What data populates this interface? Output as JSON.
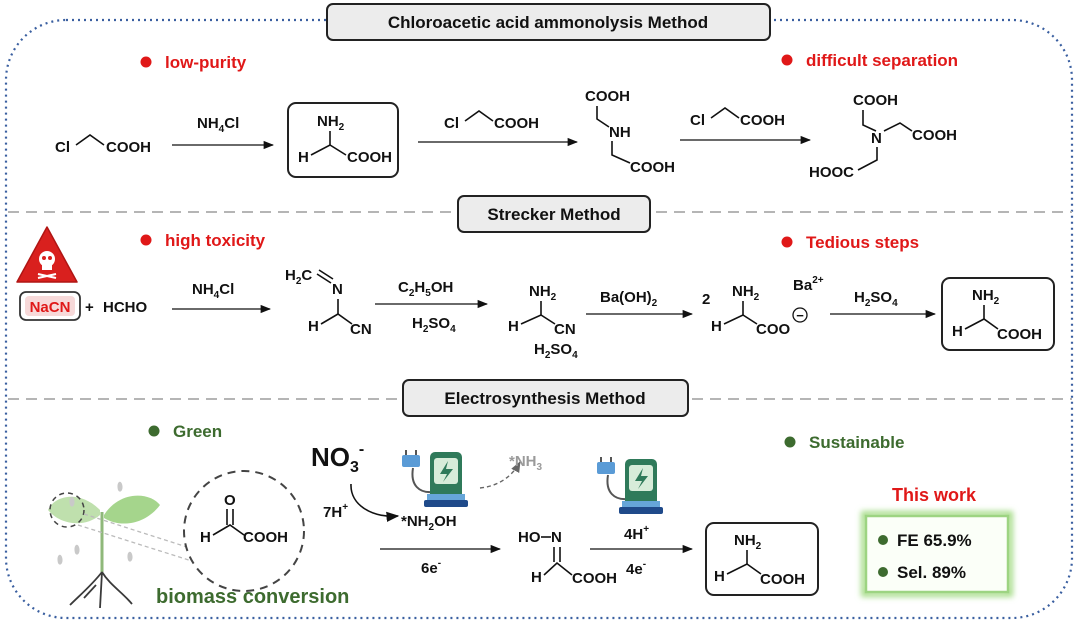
{
  "headers": {
    "chloro": "Chloroacetic acid ammonolysis Method",
    "strecker": "Strecker Method",
    "electro": "Electrosynthesis Method"
  },
  "bullets": {
    "low_purity": "low-purity",
    "difficult_separation": "difficult separation",
    "high_toxicity": "high toxicity",
    "tedious_steps": "Tedious steps",
    "green": "Green",
    "sustainable": "Sustainable"
  },
  "chloro": {
    "cl": "Cl",
    "cooh": "COOH",
    "hooc": "HOOC",
    "nh4cl_main": "NH",
    "nh4cl_sub": "4",
    "nh4cl_tail": "Cl",
    "nh2_main": "NH",
    "nh2_sub": "2",
    "h": "H",
    "nh": "NH",
    "n": "N"
  },
  "strecker": {
    "nacn": "NaCN",
    "plus": "+",
    "hcho": "HCHO",
    "h2c": "H",
    "h2c_sub": "2",
    "h2c_tail": "C",
    "n": "N",
    "cn": "CN",
    "h": "H",
    "c2h5oh": [
      "C",
      "2",
      "H",
      "5",
      "OH"
    ],
    "h2so4": [
      "H",
      "2",
      "SO",
      "4"
    ],
    "baoh2": [
      "Ba(OH)",
      "2"
    ],
    "two": "2",
    "ba": "Ba",
    "ba_charge": "2+",
    "coo": "COO",
    "minus": "−",
    "nh2_main": "NH",
    "nh2_sub": "2",
    "cooh": "COOH"
  },
  "electro": {
    "no3_main": "NO",
    "no3_sub": "3",
    "no3_charge": "-",
    "h7_main": "7H",
    "h7_charge": "+",
    "nh2oh": "*NH",
    "nh2oh_sub": "2",
    "nh2oh_tail": "OH",
    "nh3": "*NH",
    "nh3_sub": "3",
    "six_e": "6e",
    "e_charge": "-",
    "ho": "HO",
    "n": "N",
    "o": "O",
    "h": "H",
    "cooh": "COOH",
    "h4_main": "4H",
    "h4_charge": "+",
    "four_e": "4e",
    "nh2_main": "NH",
    "nh2_sub": "2",
    "biomass": "biomass conversion",
    "this_work": "This work",
    "fe": "FE 65.9%",
    "sel": "Sel. 89%"
  },
  "colors": {
    "outer_border": "#3a5fa0",
    "red": "#e01818",
    "green_text": "#3d6b2f",
    "result_box": "#a7dd8a",
    "header_fill": "#ececec",
    "gray_product": "#9a9a9a"
  },
  "icons": [
    "skull-warning-icon",
    "electrolyzer-icon",
    "plant-icon"
  ]
}
